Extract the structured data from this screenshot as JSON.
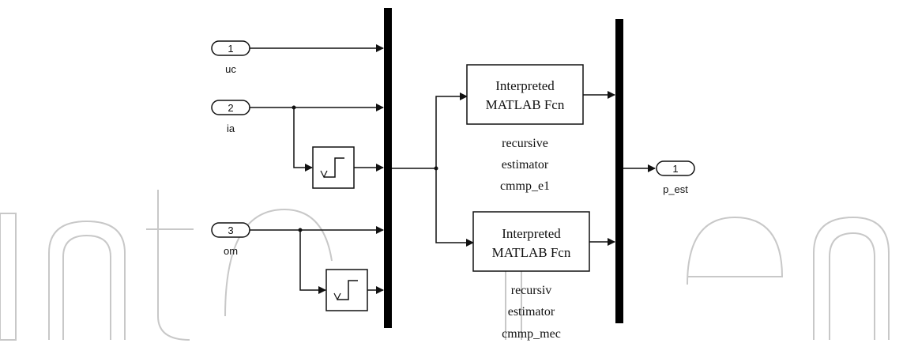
{
  "inports": [
    {
      "number": "1",
      "name": "uc"
    },
    {
      "number": "2",
      "name": "ia"
    },
    {
      "number": "3",
      "name": "om"
    }
  ],
  "outport": {
    "number": "1",
    "name": "p_est"
  },
  "functions": [
    {
      "block_text": [
        "Interpreted",
        "MATLAB Fcn"
      ],
      "caption": [
        "recursive",
        "estimator",
        "cmmp_e1"
      ]
    },
    {
      "block_text": [
        "Interpreted",
        "MATLAB Fcn"
      ],
      "caption": [
        "recursiv",
        "estimator",
        "cmmp_mec"
      ]
    }
  ],
  "watermark": "IntechOpen",
  "colors": {
    "line": "#111111",
    "bus_bar": "#000000",
    "block_fill": "#ffffff",
    "watermark": "#c8c8c8"
  }
}
